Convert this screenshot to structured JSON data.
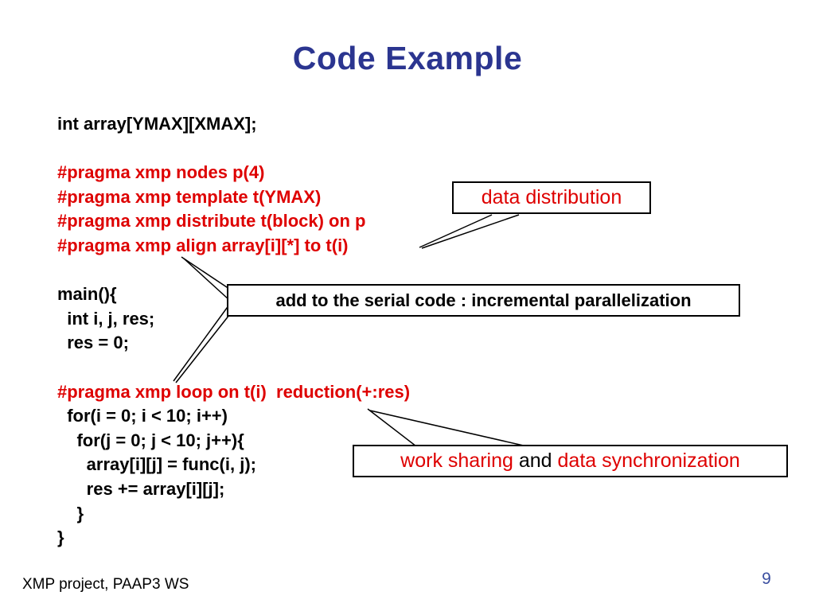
{
  "slide": {
    "title": "Code Example",
    "footer": "XMP project, PAAP3  WS",
    "page_number": "9"
  },
  "colors": {
    "title": "#2B3590",
    "red": "#DE0000",
    "black": "#000000",
    "page_number": "#3B4FA0"
  },
  "code": {
    "lines": [
      {
        "text": "int array[YMAX][XMAX];",
        "color": "black"
      },
      {
        "text": "",
        "color": "black"
      },
      {
        "text": "#pragma xmp nodes p(4)",
        "color": "red"
      },
      {
        "text": "#pragma xmp template t(YMAX)",
        "color": "red"
      },
      {
        "text": "#pragma xmp distribute t(block) on p",
        "color": "red"
      },
      {
        "text": "#pragma xmp align array[i][*] to t(i)",
        "color": "red"
      },
      {
        "text": "",
        "color": "black"
      },
      {
        "text": "main(){",
        "color": "black"
      },
      {
        "text": "  int i, j, res;",
        "color": "black"
      },
      {
        "text": "  res = 0;",
        "color": "black"
      },
      {
        "text": "",
        "color": "black"
      },
      {
        "text": "#pragma xmp loop on t(i)  reduction(+:res)",
        "color": "red"
      },
      {
        "text": "  for(i = 0; i < 10; i++)",
        "color": "black"
      },
      {
        "text": "    for(j = 0; j < 10; j++){",
        "color": "black"
      },
      {
        "text": "      array[i][j] = func(i, j);",
        "color": "black"
      },
      {
        "text": "      res += array[i][j];",
        "color": "black"
      },
      {
        "text": "    }",
        "color": "black"
      },
      {
        "text": "}",
        "color": "black"
      }
    ]
  },
  "callouts": {
    "data_distribution": {
      "text": "data distribution"
    },
    "incremental": {
      "text": "add to the serial code : incremental parallelization"
    },
    "work_sharing": {
      "part1": "work sharing",
      "part2": " and ",
      "part3": "data synchronization"
    }
  }
}
